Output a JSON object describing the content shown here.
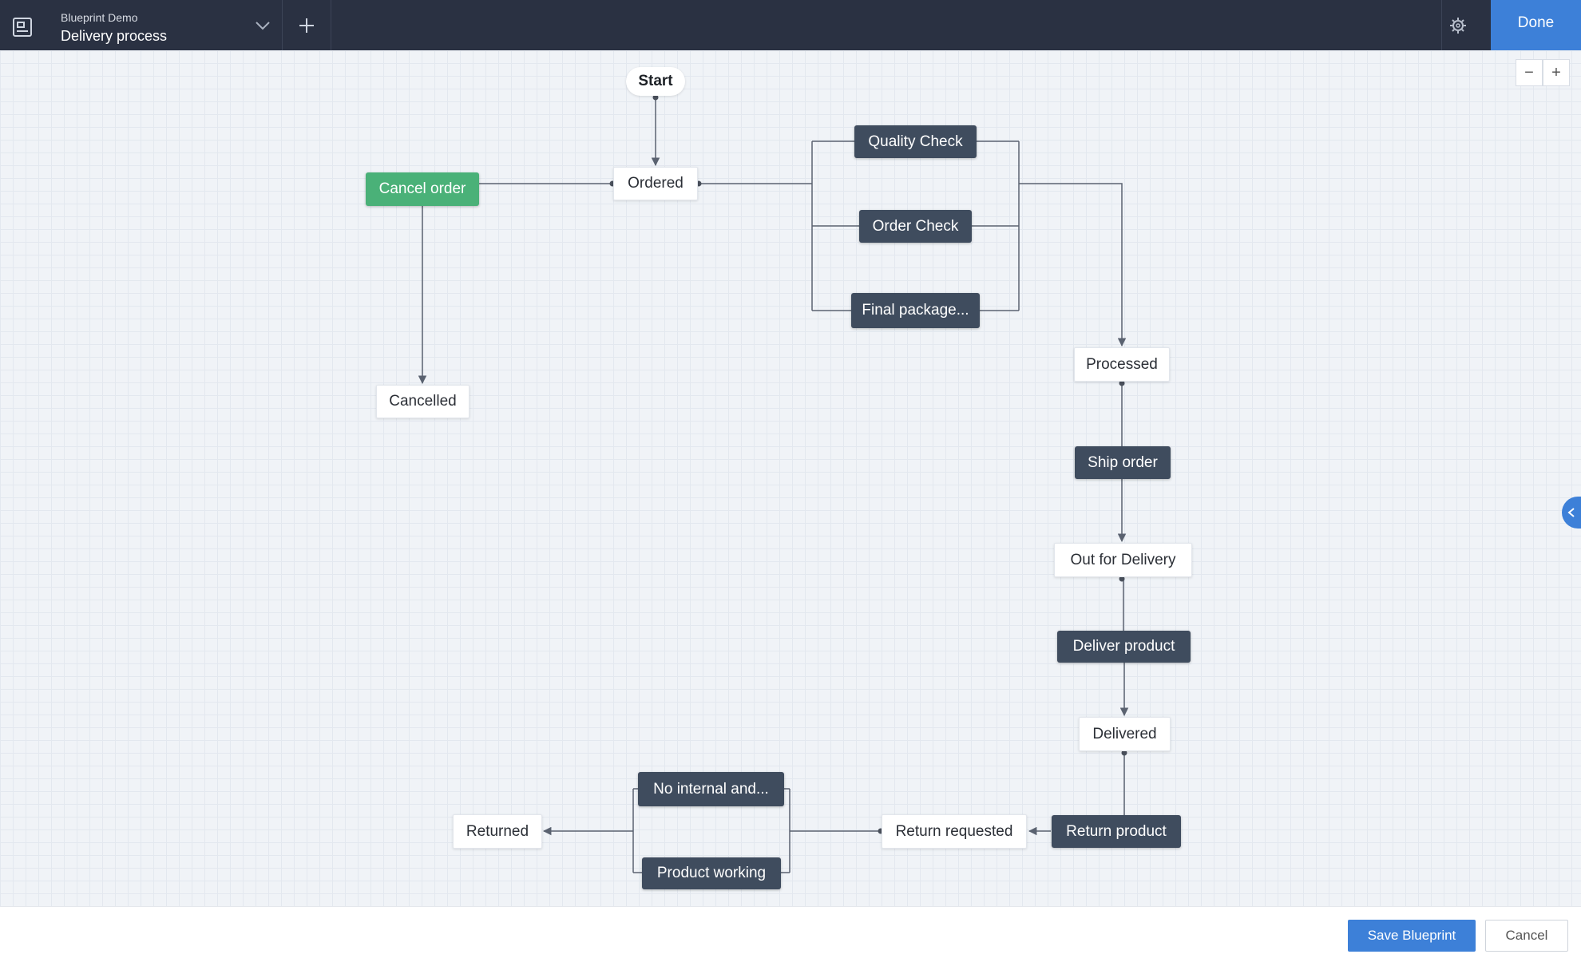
{
  "header": {
    "subtitle": "Blueprint Demo",
    "title": "Delivery process",
    "done_label": "Done"
  },
  "flow": {
    "start": "Start",
    "states": {
      "ordered": "Ordered",
      "cancelled": "Cancelled",
      "processed": "Processed",
      "out_for_delivery": "Out for Delivery",
      "delivered": "Delivered",
      "return_requested": "Return requested",
      "returned": "Returned"
    },
    "transitions": {
      "cancel_order": "Cancel order",
      "quality_check": "Quality Check",
      "order_check": "Order Check",
      "final_package": "Final package...",
      "ship_order": "Ship order",
      "deliver_product": "Deliver product",
      "return_product": "Return product",
      "no_internal": "No internal and...",
      "product_working": "Product working"
    },
    "colors": {
      "transition": "#3f4c5e",
      "transition_highlight": "#4ab178",
      "state": "#ffffff",
      "connector": "#5a6270"
    }
  },
  "zoom": {
    "out_label": "−",
    "in_label": "+"
  },
  "footer": {
    "save_label": "Save Blueprint",
    "cancel_label": "Cancel"
  },
  "colors": {
    "topbar": "#2a3142",
    "accent": "#3d80d8",
    "canvas": "#f0f3f7"
  }
}
